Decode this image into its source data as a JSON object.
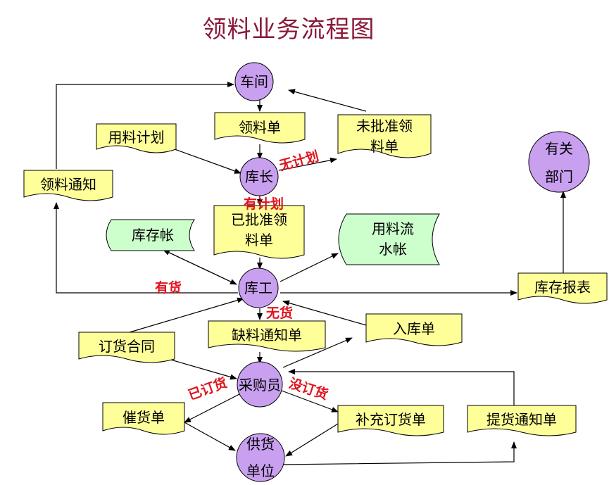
{
  "title": "领料业务流程图",
  "colors": {
    "document_fill": "#ffff99",
    "circle_fill": "#c9a0f0",
    "ledger_fill": "#ccffcc",
    "edge_label": "#e0141e",
    "title_color": "#8a1838"
  },
  "nodes": {
    "workshop": "车间",
    "requisition": "领料单",
    "unapproved": "未批准领\n料单",
    "material_plan": "用料计划",
    "storekeeper_head": "库长",
    "pick_notice": "领料通知",
    "related_dept_1": "有关",
    "related_dept_2": "部门",
    "inventory_ledger": "库存帐",
    "approved": "已批准领\n料单",
    "usage_ledger": "用料流\n水帐",
    "storeworker": "库工",
    "inventory_report": "库存报表",
    "order_contract": "订货合同",
    "shortage_notice": "缺料通知单",
    "receipt": "入库单",
    "purchaser": "采购员",
    "urge_order": "催货单",
    "supplement_order": "补充订货单",
    "delivery_notice": "提货通知单",
    "supplier_1": "供货",
    "supplier_2": "单位"
  },
  "edge_labels": {
    "no_plan": "无计划",
    "has_plan": "有计划",
    "in_stock": "有货",
    "out_of_stock": "无货",
    "ordered": "已订货",
    "not_ordered": "没订货"
  }
}
